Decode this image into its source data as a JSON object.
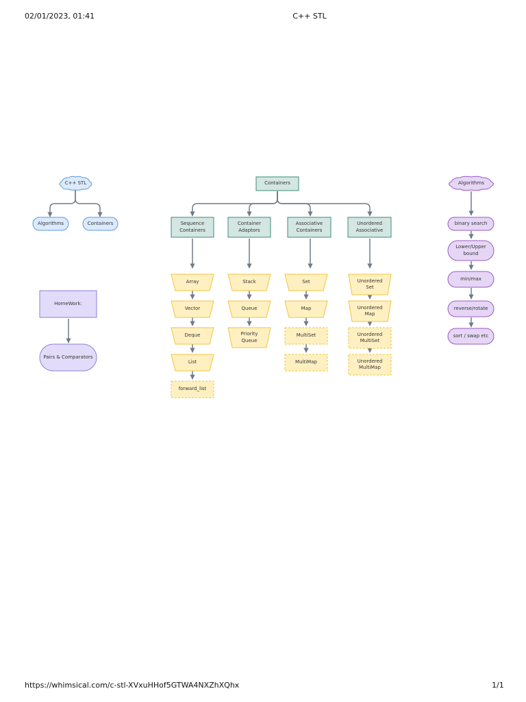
{
  "header": {
    "timestamp": "02/01/2023, 01:41",
    "title": "C++ STL"
  },
  "footer": {
    "url": "https://whimsical.com/c-stl-XVxuHHof5GTWA4NXZhXQhx",
    "page": "1/1"
  },
  "left": {
    "root": "C++ STL",
    "algorithms": "Algorithms",
    "containers": "Containers",
    "homework": "HomeWork:",
    "pairs": "Pairs & Comparators"
  },
  "center": {
    "root": "Containers",
    "categories": [
      "Sequence Containers",
      "Container Adaptors",
      "Associative Containers",
      "Unordered Associative"
    ],
    "sequence": [
      "Array",
      "Vector",
      "Deque",
      "List",
      "forward_list"
    ],
    "adaptors": [
      "Stack",
      "Queue",
      "Priority Queue"
    ],
    "associative": [
      "Set",
      "Map",
      "MultiSet",
      "MultiMap"
    ],
    "unordered": [
      "Unordered Set",
      "Unordered Map",
      "Unordered MultiSet",
      "Unordered MultiMap"
    ]
  },
  "right": {
    "root": "Algorithms",
    "items": [
      "binary search",
      "Lower/Upper bound",
      "min/max",
      "reverse/rotate",
      "sort / swap etc"
    ]
  },
  "colors": {
    "blue_fill": "#dbeafc",
    "blue_stroke": "#5b9bd5",
    "teal_fill": "#d3e6e2",
    "teal_stroke": "#3d8b78",
    "yellow_fill": "#fff0c2",
    "yellow_stroke": "#f0c33c",
    "purple_fill": "#e6d6f5",
    "purple_stroke": "#9b59c4",
    "lavender_fill": "#e2dcfa",
    "lavender_stroke": "#8a7fd6",
    "connector": "#6f7b87"
  }
}
